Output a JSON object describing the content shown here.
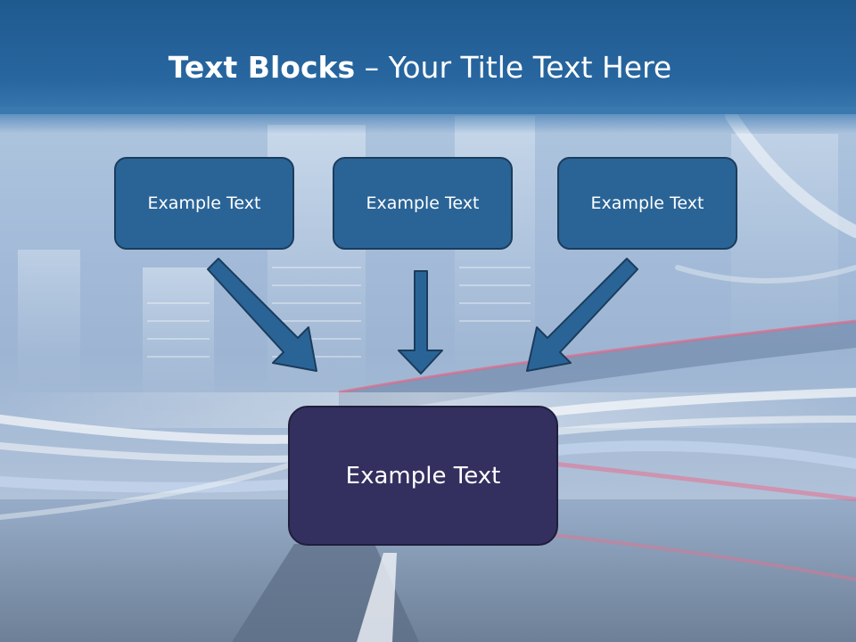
{
  "slide": {
    "title_bold": "Text Blocks",
    "title_dash": " – ",
    "title_rest": "Your Title Text Here",
    "boxes": [
      {
        "label": "Example Text"
      },
      {
        "label": "Example Text"
      },
      {
        "label": "Example Text"
      }
    ],
    "target": {
      "label": "Example Text"
    }
  },
  "colors": {
    "title_band": "#2866a0",
    "box_fill": "#2a6497",
    "target_fill": "#33305f",
    "arrow_fill": "#2a6497",
    "arrow_stroke": "#1b3c5c"
  }
}
